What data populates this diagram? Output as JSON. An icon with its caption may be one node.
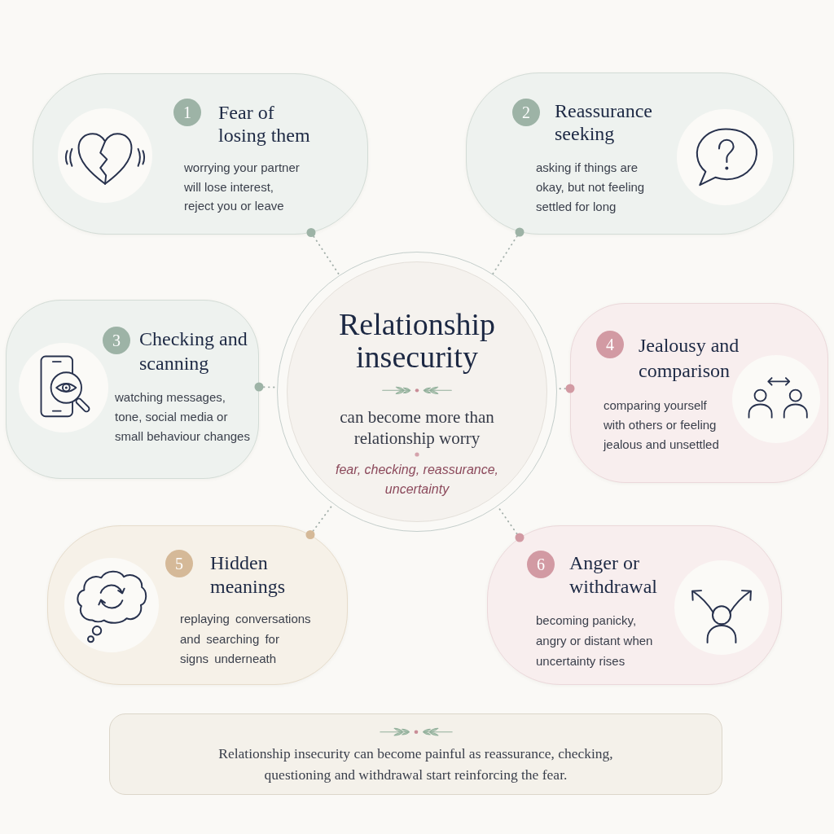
{
  "diagram": {
    "nodes": [
      {
        "text": [
          "1",
          "Fear of losing them",
          "worrying your partner will lose interest, reject you or leave"
        ]
      },
      {
        "text": [
          "2",
          "Reassurance seeking",
          "asking if things are okay, but not feeling settled for long"
        ]
      },
      {
        "text": [
          "3",
          "Checking and scanning",
          "watching messages, tone, social media or small behaviour changes"
        ]
      },
      {
        "text": [
          "Relationship insecurity",
          "can become more than relationship worry",
          "fear, checking, reassurance, uncertainty"
        ]
      },
      {
        "text": [
          "4",
          "Jealousy and comparison",
          "comparing yourself with others or feeling jealous and unsettled"
        ]
      },
      {
        "text": [
          "5",
          "Hidden meanings",
          "replaying conversations and searching for signs underneath"
        ]
      },
      {
        "text": [
          "6",
          "Anger or withdrawal",
          "becoming panicky, angry or distant when uncertainty rises"
        ]
      },
      {
        "text": [
          "Relationship insecurity can become painful as reassurance, checking, questioning and withdrawal start reinforcing the fear."
        ]
      }
    ],
    "edges": [
      {
        "from": 0,
        "to": 3,
        "arrow": "other",
        "style": "dashed"
      },
      {
        "from": 1,
        "to": 3,
        "arrow": "other",
        "style": "dashed"
      },
      {
        "from": 2,
        "to": 3,
        "arrow": "other",
        "style": "dashed"
      },
      {
        "from": 4,
        "to": 3,
        "arrow": "other",
        "style": "dashed"
      },
      {
        "from": 5,
        "to": 3,
        "arrow": "other",
        "style": "dashed"
      },
      {
        "from": 6,
        "to": 3,
        "arrow": "other",
        "style": "dashed"
      }
    ]
  }
}
